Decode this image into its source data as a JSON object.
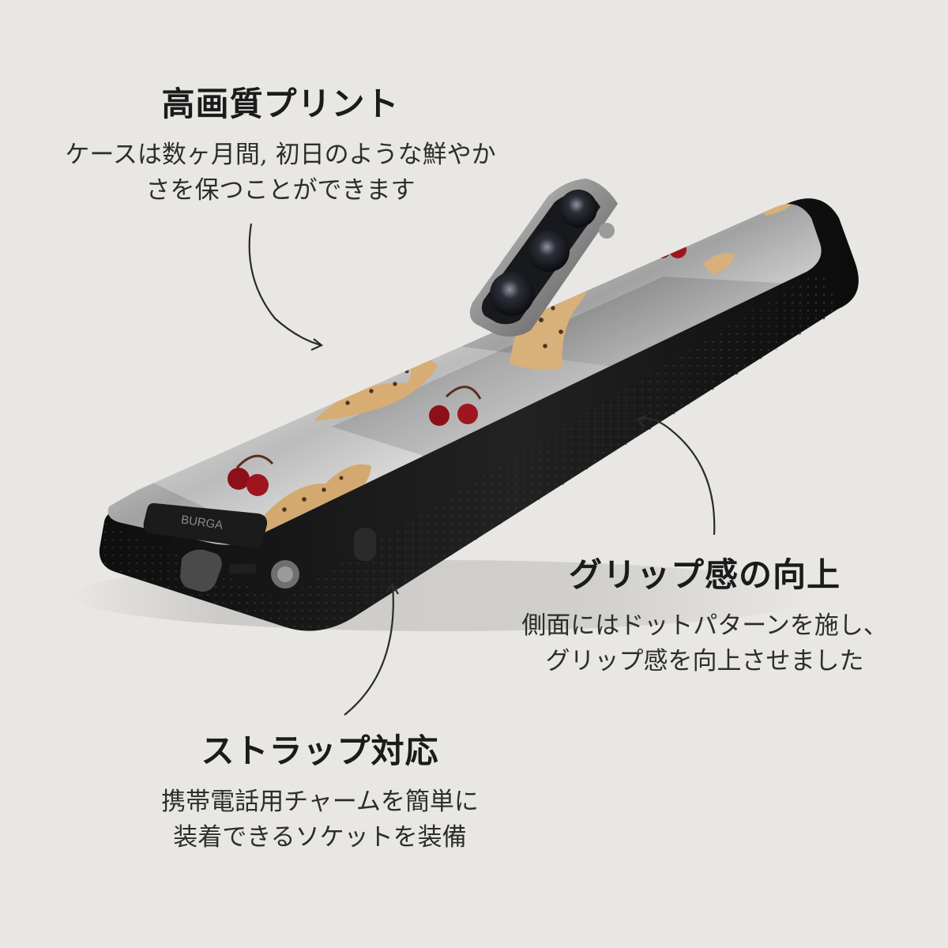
{
  "features": [
    {
      "title": "高画質プリント",
      "description_lines": [
        "ケースは数ヶ月間, 初日のような鮮やか",
        "さを保つことができます"
      ]
    },
    {
      "title": "グリップ感の向上",
      "description_lines": [
        "側面にはドットパターンを施し、",
        "グリップ感を向上させました"
      ]
    },
    {
      "title": "ストラップ対応",
      "description_lines": [
        "携帯電話用チャームを簡単に",
        "装着できるソケットを装備"
      ]
    }
  ],
  "brand": {
    "text": "BURGA"
  },
  "colors": {
    "background": "#e9e7e4",
    "case_black": "#151515",
    "mirror_silver": "#b8b8b8",
    "cherry_red": "#8d0f17",
    "cheetah_tan": "#d1a66a"
  },
  "icons": {
    "top_arrow": "curved-arrow-icon",
    "right_arrow": "curved-arrow-icon",
    "bottom_arrow": "curved-arrow-icon"
  }
}
